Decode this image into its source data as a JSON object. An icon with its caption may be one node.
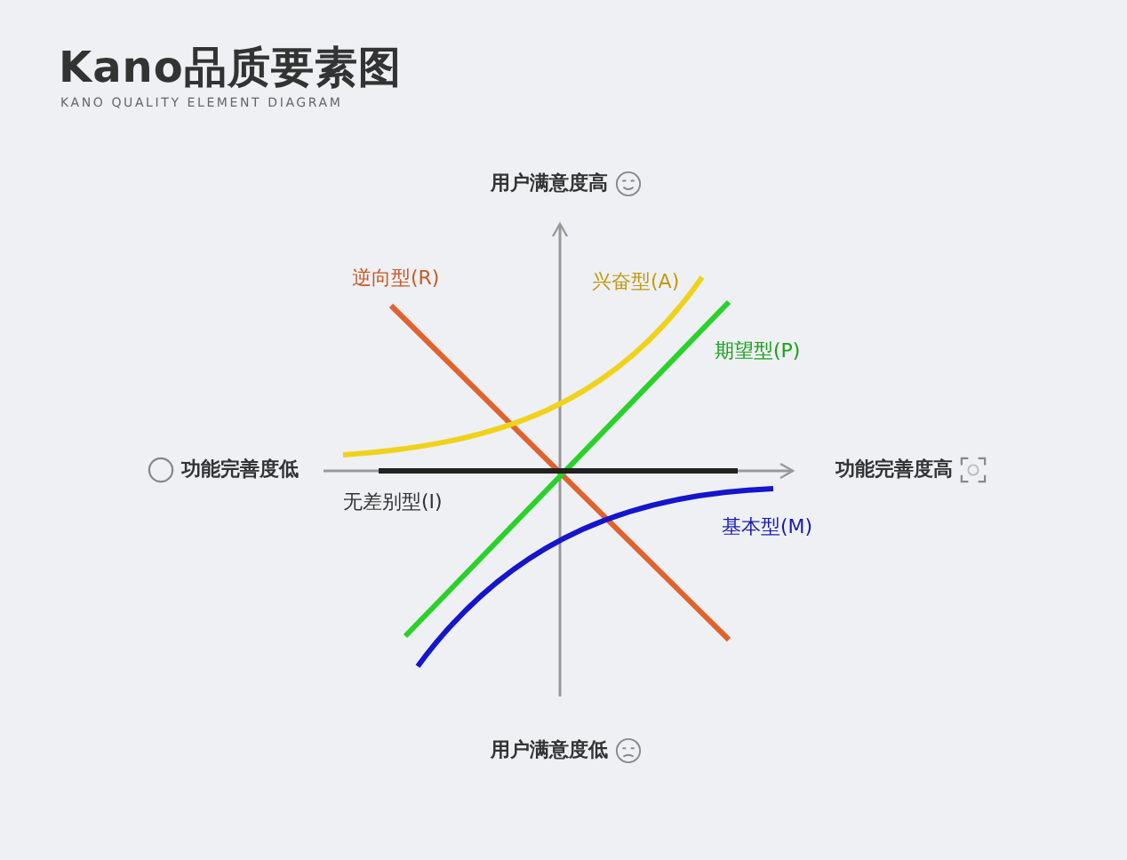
{
  "diagram": {
    "title": "Kano品质要素图",
    "labels": [
      "KANO QUALITY ELEMENT DIAGRAM",
      "用户满意度高",
      "逆向型(R)",
      "兴奋型(A)",
      "期望型(P)",
      "功能完善度低",
      "功能完善度高",
      "无差别型(I)",
      "基本型(M)",
      "用户满意度低"
    ]
  }
}
